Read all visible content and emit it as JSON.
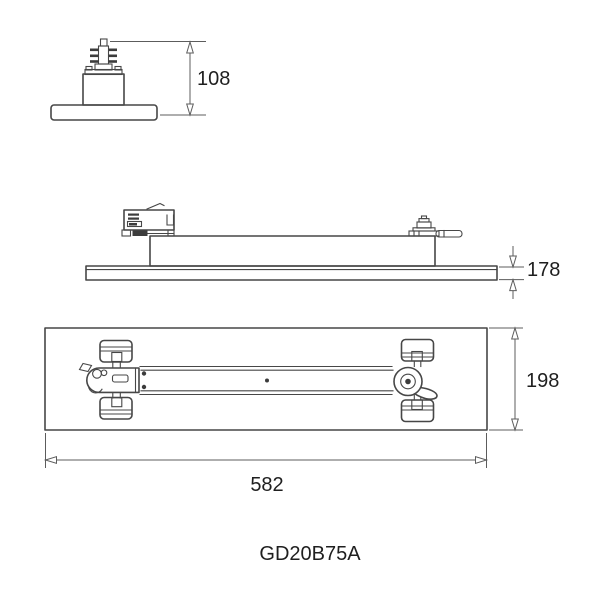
{
  "model_label": "GD20B75A",
  "dimensions": {
    "adapter_height": "108",
    "fixture_height": "178",
    "fixture_width": "198",
    "fixture_length": "582"
  },
  "colors": {
    "background": "#ffffff",
    "object_line": "#474747",
    "dimension_line": "#5c5c5c",
    "text": "#1f1f1f"
  },
  "views": {
    "adapter_side": "track-adapter side view",
    "fixture_side": "fixture side elevation view",
    "fixture_plan": "fixture bottom plan view"
  }
}
